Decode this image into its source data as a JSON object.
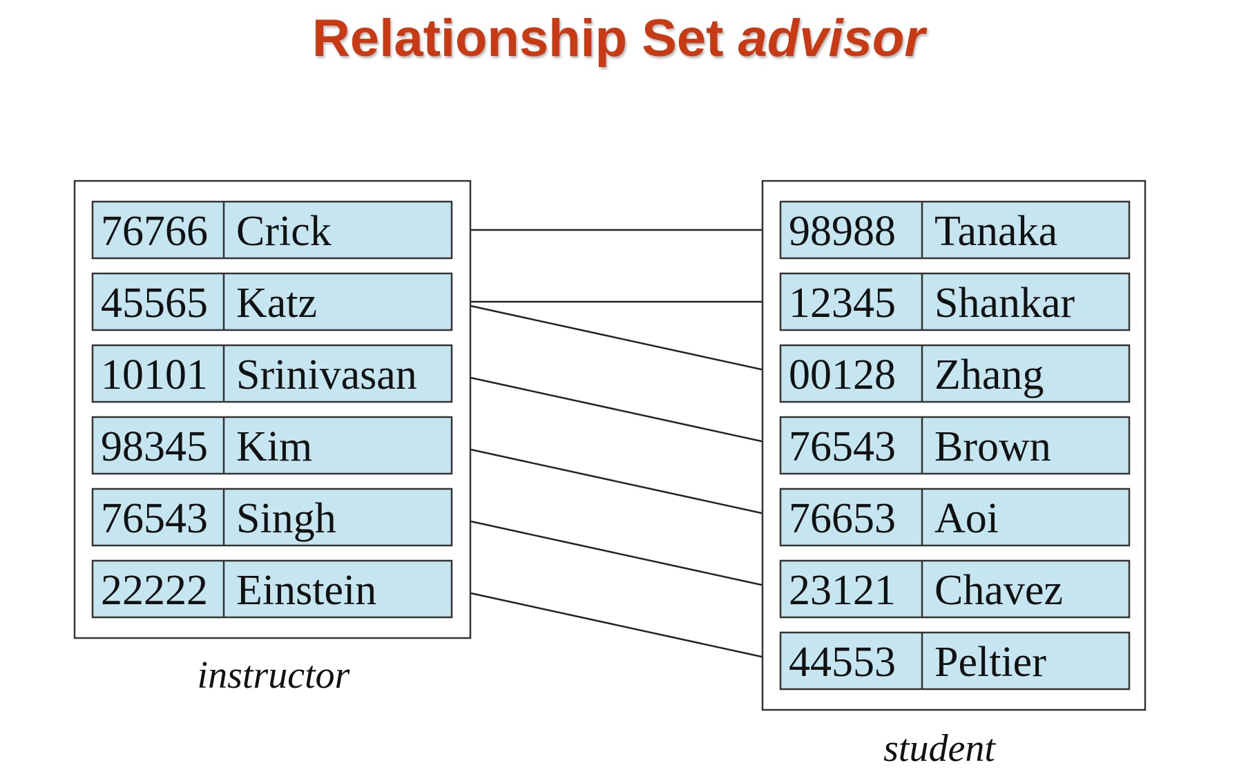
{
  "title": {
    "main": "Relationship Set",
    "emphasis": "advisor"
  },
  "colors": {
    "title": "#c83a14",
    "cell_fill": "#c5e6f1",
    "line": "#222222"
  },
  "instructor": {
    "label": "instructor",
    "rows": [
      {
        "id": "76766",
        "name": "Crick"
      },
      {
        "id": "45565",
        "name": "Katz"
      },
      {
        "id": "10101",
        "name": "Srinivasan"
      },
      {
        "id": "98345",
        "name": "Kim"
      },
      {
        "id": "76543",
        "name": "Singh"
      },
      {
        "id": "22222",
        "name": "Einstein"
      }
    ]
  },
  "student": {
    "label": "student",
    "rows": [
      {
        "id": "98988",
        "name": "Tanaka"
      },
      {
        "id": "12345",
        "name": "Shankar"
      },
      {
        "id": "00128",
        "name": "Zhang"
      },
      {
        "id": "76543",
        "name": "Brown"
      },
      {
        "id": "76653",
        "name": "Aoi"
      },
      {
        "id": "23121",
        "name": "Chavez"
      },
      {
        "id": "44553",
        "name": "Peltier"
      }
    ]
  },
  "links": [
    {
      "instructor": 0,
      "student": 0
    },
    {
      "instructor": 1,
      "student": 1
    },
    {
      "instructor": 1,
      "student": 2
    },
    {
      "instructor": 2,
      "student": 3
    },
    {
      "instructor": 3,
      "student": 4
    },
    {
      "instructor": 4,
      "student": 5
    },
    {
      "instructor": 5,
      "student": 6
    }
  ]
}
